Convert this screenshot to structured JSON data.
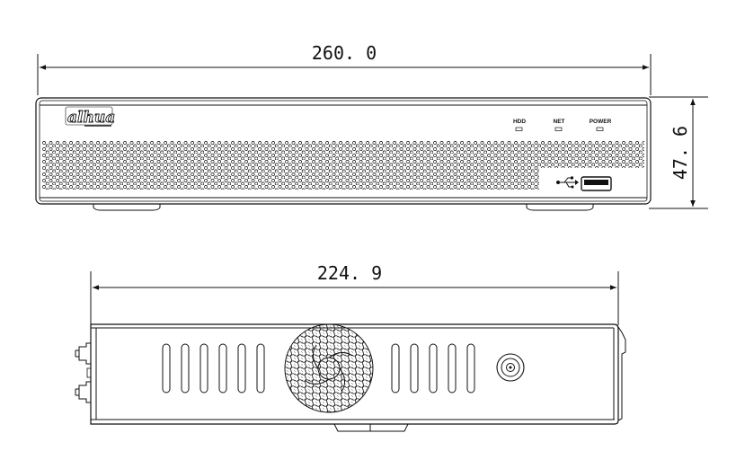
{
  "front_view": {
    "width_dimension": "260. 0",
    "height_dimension": "47. 6",
    "brand_logo": "alhua",
    "indicators": [
      {
        "label": "HDD"
      },
      {
        "label": "NET"
      },
      {
        "label": "POWER"
      }
    ]
  },
  "side_view": {
    "depth_dimension": "224. 9"
  }
}
